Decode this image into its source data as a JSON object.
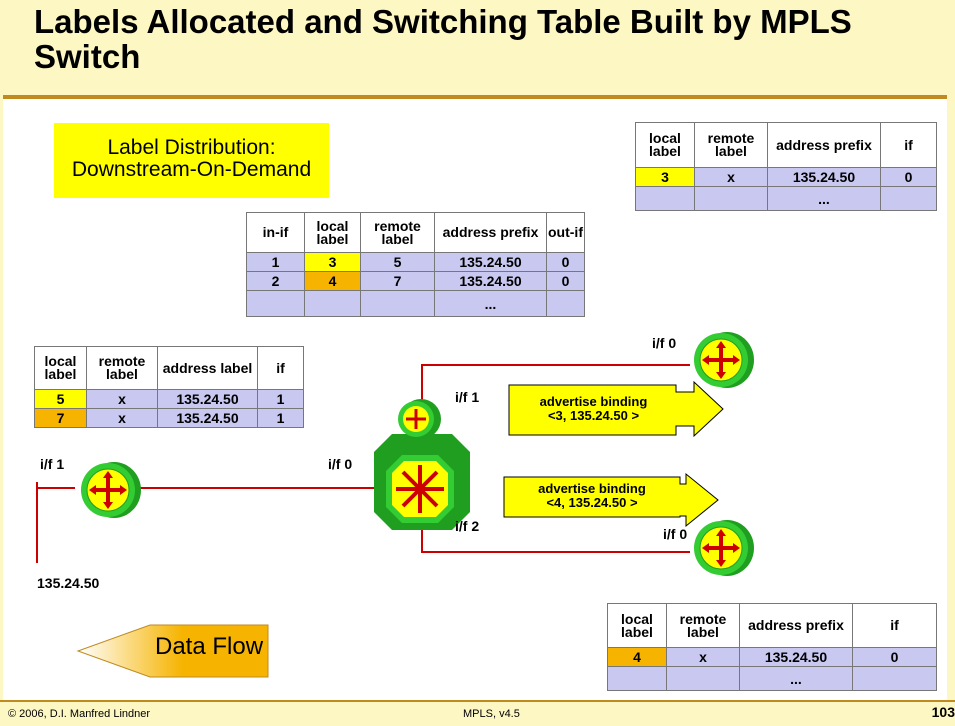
{
  "slide": {
    "title": "Labels Allocated and Switching Table Built by MPLS Switch",
    "footer_left": "© 2006, D.I. Manfred Lindner",
    "footer_center": "MPLS, v4.5",
    "page_number": "103"
  },
  "label_distribution": {
    "line1": "Label Distribution:",
    "line2": "Downstream-On-Demand"
  },
  "top_right_table": {
    "headers": [
      "local label",
      "remote label",
      "address prefix",
      "if"
    ],
    "rows": [
      [
        "3",
        "x",
        "135.24.50",
        "0"
      ],
      [
        "",
        "",
        "...",
        ""
      ]
    ]
  },
  "center_table": {
    "headers": [
      "in-if",
      "local label",
      "remote label",
      "address prefix",
      "out-if"
    ],
    "rows": [
      [
        "1",
        "3",
        "5",
        "135.24.50",
        "0"
      ],
      [
        "2",
        "4",
        "7",
        "135.24.50",
        "0"
      ],
      [
        "",
        "",
        "",
        "...",
        ""
      ]
    ]
  },
  "left_table": {
    "headers": [
      "local label",
      "remote label",
      "address label",
      "if"
    ],
    "rows": [
      [
        "5",
        "x",
        "135.24.50",
        "1"
      ],
      [
        "7",
        "x",
        "135.24.50",
        "1"
      ]
    ]
  },
  "bottom_right_table": {
    "headers": [
      "local label",
      "remote label",
      "address prefix",
      "if"
    ],
    "rows": [
      [
        "4",
        "x",
        "135.24.50",
        "0"
      ],
      [
        "",
        "",
        "...",
        ""
      ]
    ]
  },
  "interfaces": {
    "top_router_if": "i/f 0",
    "switch_if1": "i/f 1",
    "left_router_if": "i/f 1",
    "switch_if0": "i/f 0",
    "switch_if2": "i/f 2",
    "bottom_router_if": "i/f 0"
  },
  "advertise": [
    {
      "line1": "advertise  binding",
      "line2": "<3, 135.24.50 >"
    },
    {
      "line1": "advertise binding",
      "line2": "<4, 135.24.50 >"
    }
  ],
  "network": "135.24.50",
  "data_flow": "Data Flow",
  "colors": {
    "title_background": "#fdf7c3",
    "title_border": "#c08a20",
    "highlight_yellow": "#ffff00",
    "highlight_orange": "#f6b400",
    "table_cell": "#c8c8f0",
    "link": "#cc0000",
    "router_green": "#33cc33"
  },
  "icons": [
    "router-icon",
    "mpls-switch-icon",
    "arrow-callout-icon",
    "data-flow-arrow-icon"
  ]
}
